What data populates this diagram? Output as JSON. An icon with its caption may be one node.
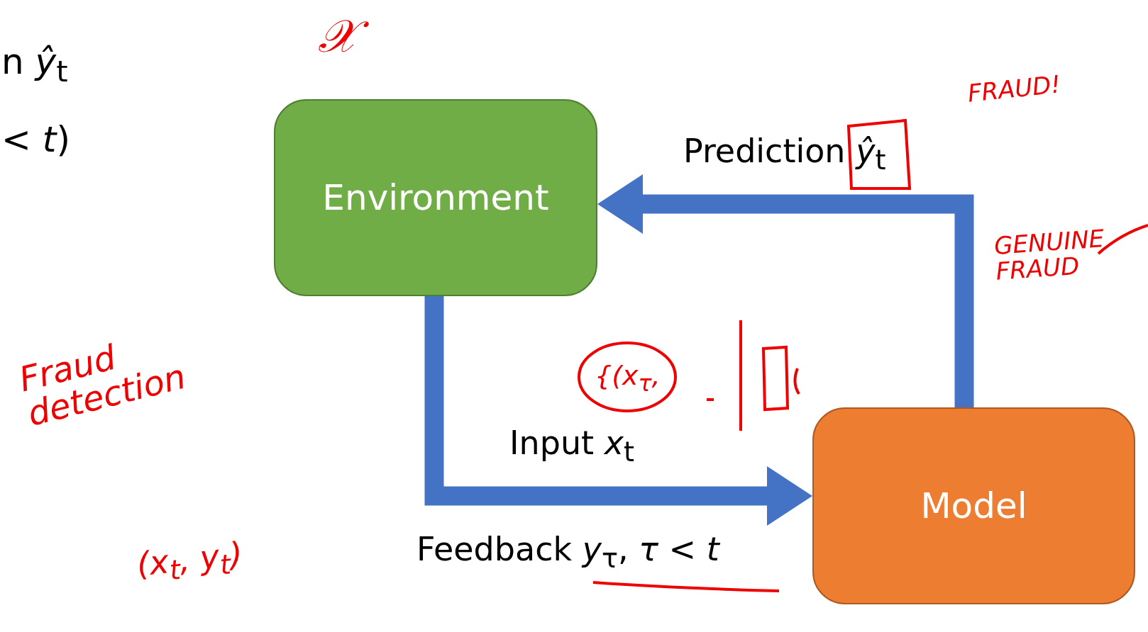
{
  "diagram": {
    "nodes": [
      {
        "text": [
          "Environment"
        ]
      },
      {
        "text": [
          "Model"
        ]
      }
    ],
    "edges": [
      {
        "from": 0,
        "to": 1,
        "arrow": "to",
        "label": "Input *x*$_{t}$"
      },
      {
        "from": 1,
        "to": 0,
        "arrow": "to",
        "label": "Prediction *ŷ*$_{t}$"
      }
    ],
    "labels": [
      "n *ŷ*$_{t}$",
      "< *t*)",
      "𝒳",
      "FRAUD!",
      "GENUINE FRAUD",
      "Fraud detection",
      "{(x$_{τ}$,",
      "Feedback *y*$_{τ}$, *τ* < *t*",
      "(x$_{t}$, y$_{t}$)"
    ]
  }
}
